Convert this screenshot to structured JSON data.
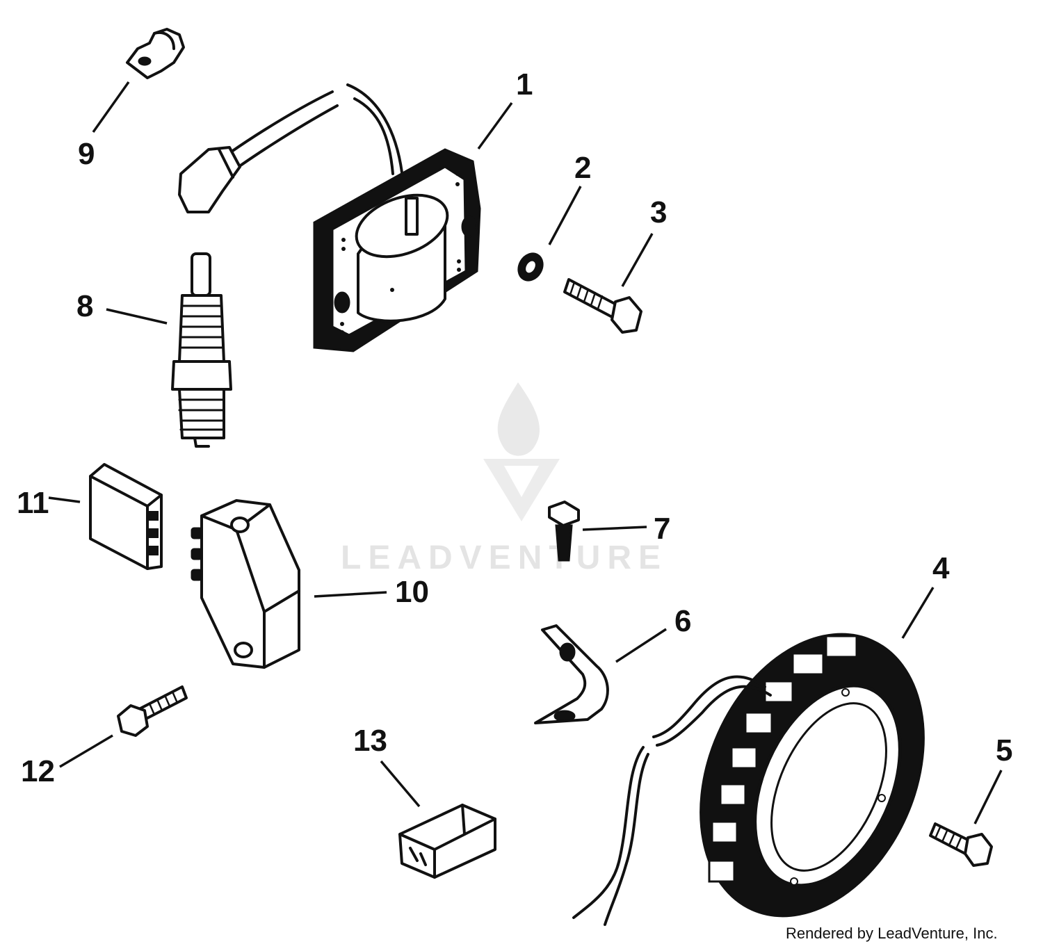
{
  "callouts": [
    "1",
    "2",
    "3",
    "4",
    "5",
    "6",
    "7",
    "8",
    "9",
    "10",
    "11",
    "12",
    "13"
  ],
  "credit": "Rendered by LeadVenture, Inc.",
  "watermark": "LEADVENTURE",
  "colors": {
    "ink": "#111111",
    "paper": "#ffffff",
    "watermark": "#e4e4e4"
  }
}
